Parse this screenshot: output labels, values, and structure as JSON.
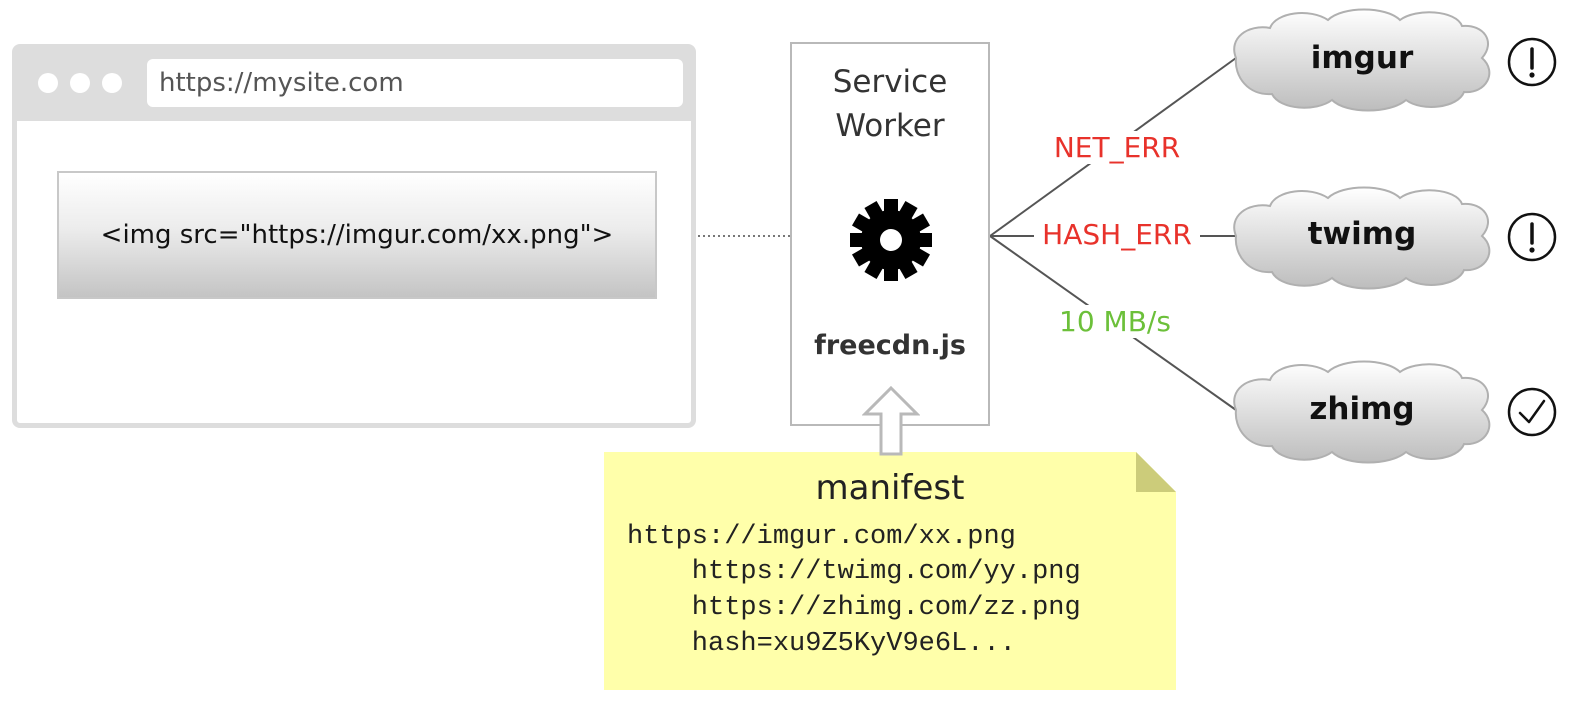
{
  "browser": {
    "url": "https://mysite.com",
    "img_tag": "<img src=\"https://imgur.com/xx.png\">"
  },
  "service_worker": {
    "title": "Service\nWorker",
    "script": "freecdn.js",
    "icon": "gear-icon"
  },
  "manifest": {
    "title": "manifest",
    "lines": [
      "https://imgur.com/xx.png",
      "    https://twimg.com/yy.png",
      "    https://zhimg.com/zz.png",
      "    hash=xu9Z5KyV9e6L..."
    ]
  },
  "cdns": [
    {
      "name": "imgur",
      "status": "NET_ERR",
      "status_color": "#e8322b",
      "result_icon": "exclamation-icon"
    },
    {
      "name": "twimg",
      "status": "HASH_ERR",
      "status_color": "#e8322b",
      "result_icon": "exclamation-icon"
    },
    {
      "name": "zhimg",
      "status": "10 MB/s",
      "status_color": "#6cc03a",
      "result_icon": "checkmark-icon"
    }
  ],
  "colors": {
    "error": "#e8322b",
    "success": "#6cc03a",
    "note": "#ffffaa",
    "note_fold": "#cccc7a"
  }
}
